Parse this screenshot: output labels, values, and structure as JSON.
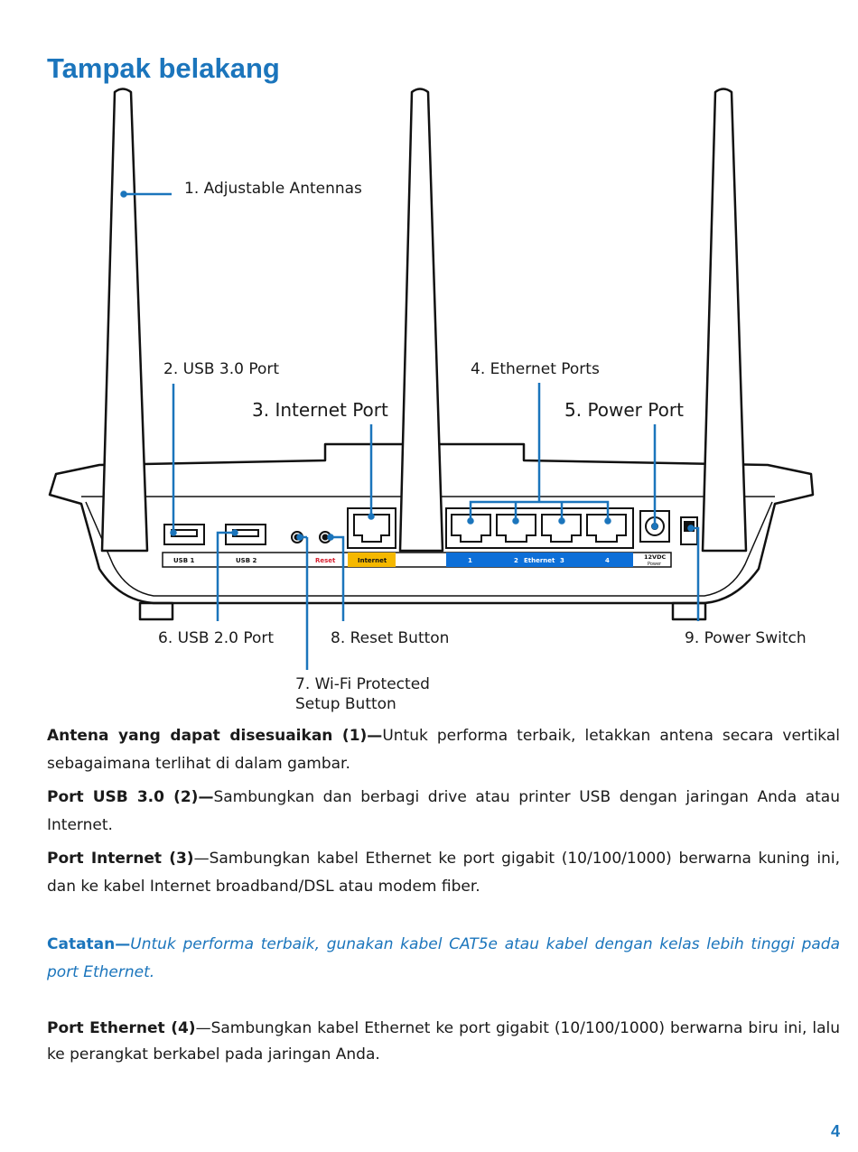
{
  "page": {
    "title": "Tampak belakang",
    "number": "4"
  },
  "callouts": {
    "antennas": "1. Adjustable Antennas",
    "usb3": "2. USB 3.0 Port",
    "internet": "3. Internet Port",
    "ethernet": "4. Ethernet Ports",
    "power_port": "5. Power Port",
    "usb2": "6. USB 2.0 Port",
    "wps_line1": "7. Wi-Fi Protected",
    "wps_line2": "Setup Button",
    "reset": "8. Reset Button",
    "power_switch": "9. Power Switch"
  },
  "router_labels": {
    "usb1": "USB 1",
    "usb2": "USB 2",
    "reset": "Reset",
    "internet": "Internet",
    "eth1": "1",
    "eth2": "2",
    "ethernet": "Ethernet",
    "eth3": "3",
    "eth4": "4",
    "power_volt": "12VDC",
    "power_word": "Power"
  },
  "paragraphs": [
    {
      "term": "Antena yang dapat disesuaikan (1)—",
      "text": "Untuk performa terbaik, letakkan antena secara vertikal sebagaimana terlihat di dalam gambar."
    },
    {
      "term": "Port USB 3.0 (2)—",
      "text": "Sambungkan dan berbagi drive atau printer USB dengan jaringan Anda atau Internet."
    },
    {
      "term": "Port Internet (3)",
      "text": "—Sambungkan kabel Ethernet ke port gigabit (10/100/1000) berwarna kuning ini, dan ke kabel Internet broadband/DSL atau modem fiber."
    },
    {
      "term": "Catatan—",
      "text": "Untuk performa terbaik, gunakan kabel CAT5e atau kabel dengan kelas lebih tinggi pada port Ethernet."
    },
    {
      "term": "Port Ethernet (4)",
      "text": "—Sambungkan kabel Ethernet ke port gigabit (10/100/1000) berwarna biru ini, lalu ke perangkat berkabel pada jaringan Anda."
    }
  ],
  "colors": {
    "accent": "#1b75bc",
    "internet_port": "#f5b800",
    "ethernet_band": "#0d6fd8",
    "reset_text": "#d8202f"
  }
}
